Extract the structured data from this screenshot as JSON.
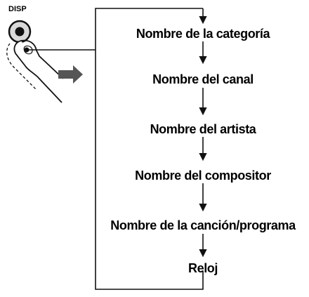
{
  "button": {
    "label": "DISP",
    "icon": "disp-button-icon"
  },
  "gesture": {
    "finger_icon": "finger-press-icon",
    "arrow_icon": "right-arrow-icon",
    "arrow_color": "#555555"
  },
  "sequence": {
    "steps": [
      "Nombre de la categoría",
      "Nombre del canal",
      "Nombre del artista",
      "Nombre del compositor",
      "Nombre de la canción/programa",
      "Reloj"
    ],
    "loops_back_to_start": true
  },
  "colors": {
    "line": "#111111",
    "text": "#111111"
  }
}
